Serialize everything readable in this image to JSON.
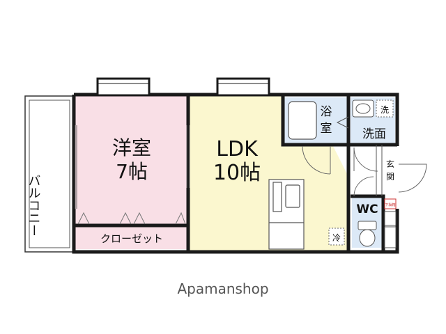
{
  "plan": {
    "balcony_label": "バルコニー",
    "western_room": {
      "name": "洋室",
      "size": "7帖",
      "fill": "#f9dfe6"
    },
    "closet_label": "クローゼット",
    "ldk": {
      "name": "LDK",
      "size": "10帖",
      "fill": "#fbf7cf"
    },
    "bath": {
      "label_line1": "浴",
      "label_line2": "室",
      "fill": "#dce9f7"
    },
    "washroom_label": "洗面",
    "washer_symbol": "洗",
    "entrance_line1": "玄",
    "entrance_line2": "関",
    "wc_label": "WC",
    "fridge_symbol": "冷",
    "shoe_box_symbol": "下駄箱",
    "wall_color": "#1a1a1a"
  },
  "footer": {
    "brand": "Apamanshop"
  }
}
